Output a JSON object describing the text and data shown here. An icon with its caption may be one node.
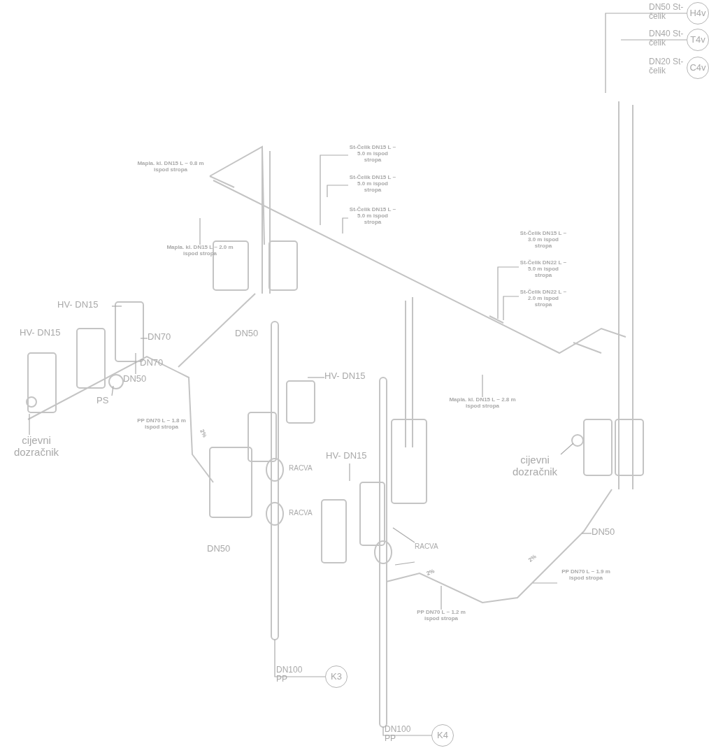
{
  "diagram": {
    "nodes": [
      {
        "text": [
          "St-Čelik DN15 L ~ 5.0 m ispod stropa"
        ]
      },
      {
        "text": [
          "St-Čelik DN15 L ~ 5.0 m ispod stropa"
        ]
      },
      {
        "text": [
          "St-Čelik DN15 L ~ 5.0 m ispod stropa"
        ]
      },
      {
        "text": [
          "Mapla. kl. DN15 L ~ 2.0 m ispod stropa"
        ]
      },
      {
        "text": [
          "St-Čelik DN22 L ~ 5.0 m ispod stropa"
        ]
      },
      {
        "text": [
          "St-Čelik DN22 L ~ 2.0 m ispod stropa"
        ]
      },
      {
        "text": [
          "Mapla. kl. DN15 L ~ 2.8 m ispod stropa"
        ]
      },
      {
        "text": [
          "HV- DN15"
        ]
      },
      {
        "text": [
          "DN70"
        ]
      },
      {
        "text": [
          "DN50"
        ]
      },
      {
        "text": [
          "PS"
        ]
      },
      {
        "text": [
          "cijevni dozračnik"
        ]
      },
      {
        "text": [
          "HV- DN15"
        ]
      },
      {
        "text": [
          "HV- DN15"
        ]
      },
      {
        "text": [
          "RACVA"
        ]
      },
      {
        "text": [
          "cijevni dozračnik"
        ]
      },
      {
        "text": [
          "DN50"
        ]
      },
      {
        "text": [
          "PP DN70 L ~ 1.2 m ispod stropa"
        ]
      },
      {
        "text": [
          "PP DN70 L ~ 1.9 m ispod stropa"
        ]
      },
      {
        "text": [
          "K3"
        ],
        "beside": [
          "DN100 PP"
        ]
      },
      {
        "text": [
          "K4"
        ],
        "beside": [
          "DN100 PP"
        ]
      },
      {
        "text": [
          "H4v"
        ],
        "beside": [
          "DN50 St-čelik"
        ]
      },
      {
        "text": [
          "T4v"
        ],
        "beside": [
          "DN40 St-čelik"
        ]
      },
      {
        "text": [
          "C4v"
        ],
        "beside": [
          "DN20 St-čelik"
        ]
      }
    ],
    "edges": [
      {
        "from": 0,
        "to": null,
        "arrow": "none"
      },
      {
        "from": 1,
        "to": null,
        "arrow": "none"
      },
      {
        "from": 2,
        "to": null,
        "arrow": "none"
      },
      {
        "from": 3,
        "to": null,
        "arrow": "none"
      },
      {
        "from": 4,
        "to": null,
        "arrow": "none"
      },
      {
        "from": 5,
        "to": null,
        "arrow": "none"
      },
      {
        "from": 6,
        "to": null,
        "arrow": "none"
      },
      {
        "from": 7,
        "to": null,
        "arrow": "none"
      },
      {
        "from": 8,
        "to": null,
        "arrow": "none"
      },
      {
        "from": 9,
        "to": null,
        "arrow": "none"
      },
      {
        "from": 10,
        "to": null,
        "arrow": "none"
      },
      {
        "from": 11,
        "to": null,
        "arrow": "none"
      },
      {
        "from": 12,
        "to": null,
        "arrow": "none"
      },
      {
        "from": 13,
        "to": null,
        "arrow": "none"
      },
      {
        "from": 14,
        "to": null,
        "arrow": "none"
      },
      {
        "from": 14,
        "to": null,
        "arrow": "none"
      },
      {
        "from": 15,
        "to": null,
        "arrow": "none"
      },
      {
        "from": 16,
        "to": null,
        "arrow": "none"
      },
      {
        "from": 17,
        "to": null,
        "arrow": "none"
      },
      {
        "from": 18,
        "to": null,
        "arrow": "none"
      },
      {
        "from": null,
        "to": 19,
        "arrow": "none"
      },
      {
        "from": null,
        "to": 20,
        "arrow": "none"
      },
      {
        "from": null,
        "to": 21,
        "arrow": "none"
      },
      {
        "from": null,
        "to": 22,
        "arrow": "none"
      }
    ],
    "labels": [
      "Mapla. kl. DN15 L ~ 0.8 m ispod stropa",
      "St-Čelik DN15 L ~ 3.0 m ispod stropa",
      "HV- DN15",
      "DN50",
      "DN70",
      "PP DN70 L ~ 1.8 m ispod stropa",
      "RACVA",
      "RACVA",
      "DN50",
      "2%",
      "2%",
      "2%"
    ]
  }
}
